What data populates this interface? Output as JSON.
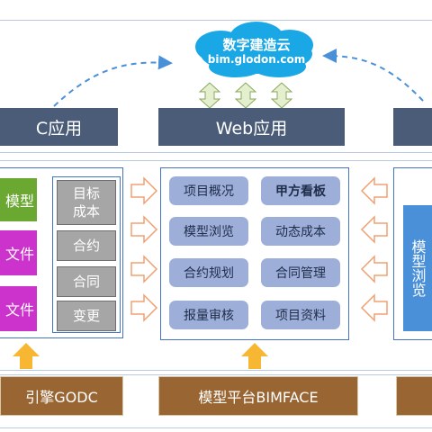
{
  "cloud": {
    "title": "数字建造云",
    "url": "bim.glodon.com"
  },
  "apps": {
    "left": "C应用",
    "center": "Web应用"
  },
  "left_panel": {
    "items": [
      "模型",
      "文件",
      "文件"
    ]
  },
  "cost_column": {
    "items": [
      "目标\n成本",
      "合约",
      "合同",
      "变更"
    ]
  },
  "web_modules": [
    "项目概况",
    "甲方看板",
    "模型浏览",
    "动态成本",
    "合约规划",
    "合同管理",
    "报量审核",
    "项目资料"
  ],
  "right_panel": {
    "item": "模型浏览"
  },
  "bottom": {
    "left": "引擎GODC",
    "center": "模型平台BIMFACE"
  },
  "colors": {
    "dark_bar": "#4a5c78",
    "brown_bar": "#996633",
    "pill": "#9dafd9",
    "purple": "#cc33cc",
    "green": "#6aa832",
    "gray": "#a6a6a6",
    "cloud": "#1aa7e6",
    "arrow_up": "#f7b733",
    "arrow_outline": "#f0a070",
    "frame": "#b9cbe0",
    "panel_border": "#4472c4"
  }
}
